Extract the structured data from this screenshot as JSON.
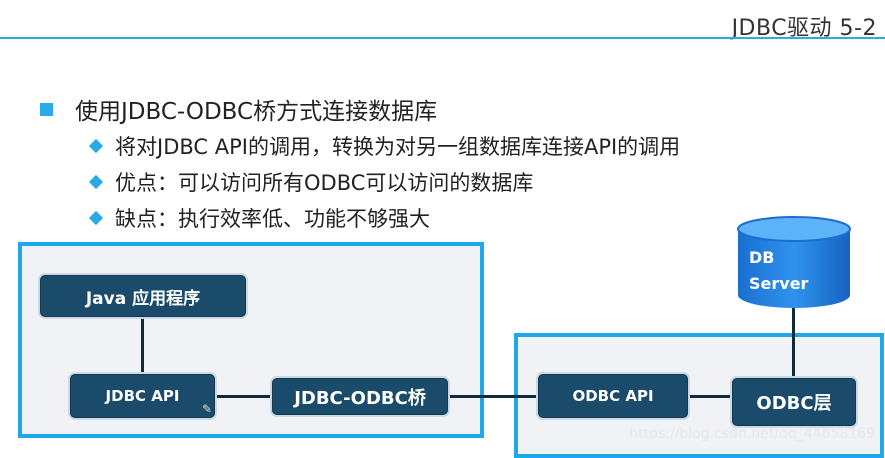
{
  "header": {
    "title": "JDBC驱动 5-2"
  },
  "main_bullet": "使用JDBC-ODBC桥方式连接数据库",
  "sub_bullets": [
    "将对JDBC API的调用，转换为对另一组数据库连接API的调用",
    "优点：可以访问所有ODBC可以访问的数据库",
    "缺点：执行效率低、功能不够强大"
  ],
  "diagram": {
    "java_app": "Java 应用程序",
    "jdbc_api": "JDBC API",
    "bridge": "JDBC-ODBC桥",
    "odbc_api": "ODBC API",
    "odbc_layer": "ODBC层",
    "db_line1": "DB",
    "db_line2": "Server"
  },
  "watermark": "https://blog.csdn.net/qq_44658169",
  "colors": {
    "accent": "#2aaae8",
    "box": "#1b4b6a",
    "frame_bg": "#f1f2f6"
  }
}
